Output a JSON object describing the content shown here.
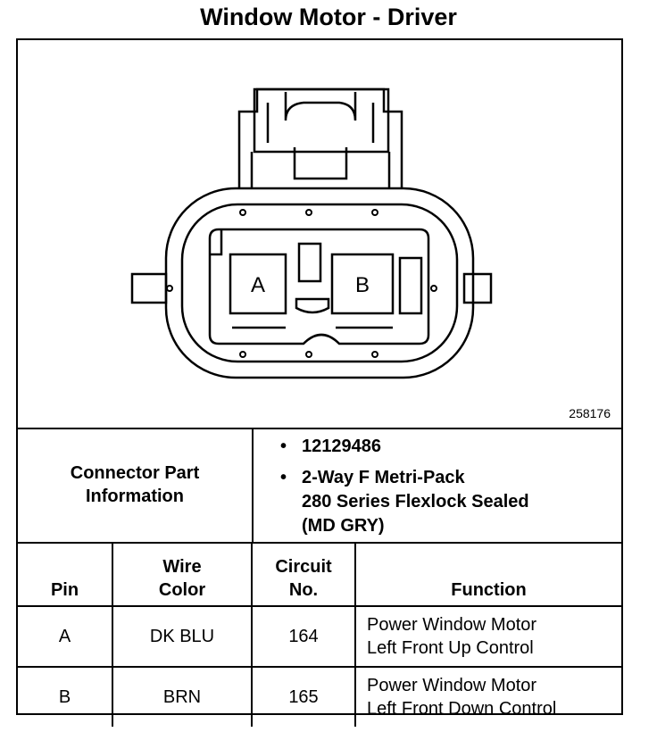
{
  "title": "Window Motor - Driver",
  "figure_number": "258176",
  "connector_pins": {
    "pin_a": "A",
    "pin_b": "B"
  },
  "connector_info": {
    "label": "Connector Part Information",
    "items": [
      "12129486",
      "2-Way F Metri-Pack\n280 Series Flexlock Sealed\n(MD GRY)"
    ]
  },
  "pin_table": {
    "headers": [
      "Pin",
      "Wire Color",
      "Circuit No.",
      "Function"
    ],
    "rows": [
      {
        "pin": "A",
        "wire_color": "DK BLU",
        "circuit": "164",
        "function": "Power Window Motor\nLeft Front Up Control"
      },
      {
        "pin": "B",
        "wire_color": "BRN",
        "circuit": "165",
        "function": "Power Window Motor\nLeft Front Down Control"
      }
    ]
  }
}
